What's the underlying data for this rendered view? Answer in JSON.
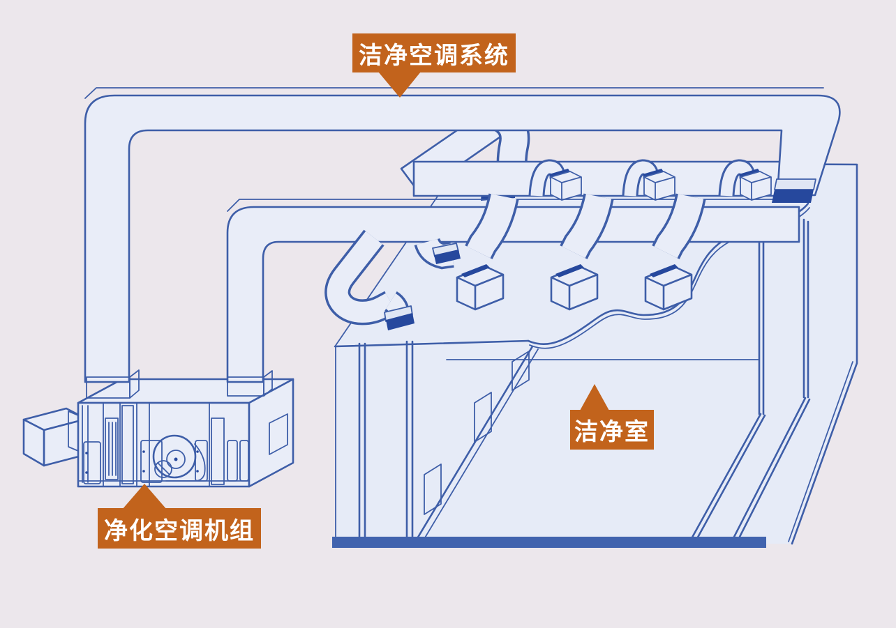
{
  "labels": {
    "system": "洁净空调系统",
    "cleanroom": "洁净室",
    "ahu": "净化空调机组"
  },
  "colors": {
    "background": "#ECE7EC",
    "line": "#3E5EA8",
    "line-dark": "#26489D",
    "duct-fill": "#E9EDF8",
    "room-fill": "#E6EBF7",
    "accent-fill": "#DFE6F4",
    "label-bg": "#C2631C",
    "label-text": "#FFFFFF",
    "floor": "#4163AE"
  }
}
